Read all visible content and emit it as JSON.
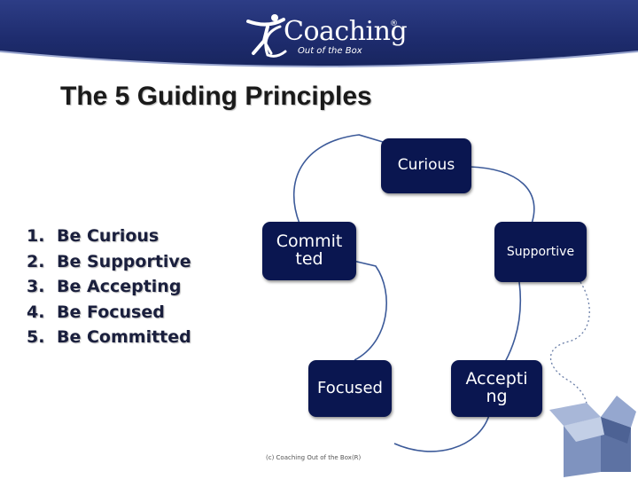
{
  "header": {
    "logo_name": "Coaching",
    "logo_registered": "®",
    "logo_tagline": "Out of the Box",
    "logo_icon": "figure-swoosh-icon",
    "background_color": "#1e2c6e"
  },
  "slide": {
    "title": "The 5 Guiding Principles",
    "principles": [
      {
        "number": "1.",
        "text": "Be Curious"
      },
      {
        "number": "2.",
        "text": "Be Supportive"
      },
      {
        "number": "3.",
        "text": "Be Accepting"
      },
      {
        "number": "4.",
        "text": "Be Focused"
      },
      {
        "number": "5.",
        "text": "Be Committed"
      }
    ],
    "cycle": {
      "curious": "Curious",
      "supportive": "Supportive",
      "accepting": "Accepti ng",
      "focused": "Focused",
      "committed": "Commit ted"
    },
    "box_color": "#0a1650",
    "connector_color": "#3c5a99",
    "copyright": "(c) Coaching Out of the Box(R)",
    "decoration_icon": "open-cardboard-box-icon"
  }
}
